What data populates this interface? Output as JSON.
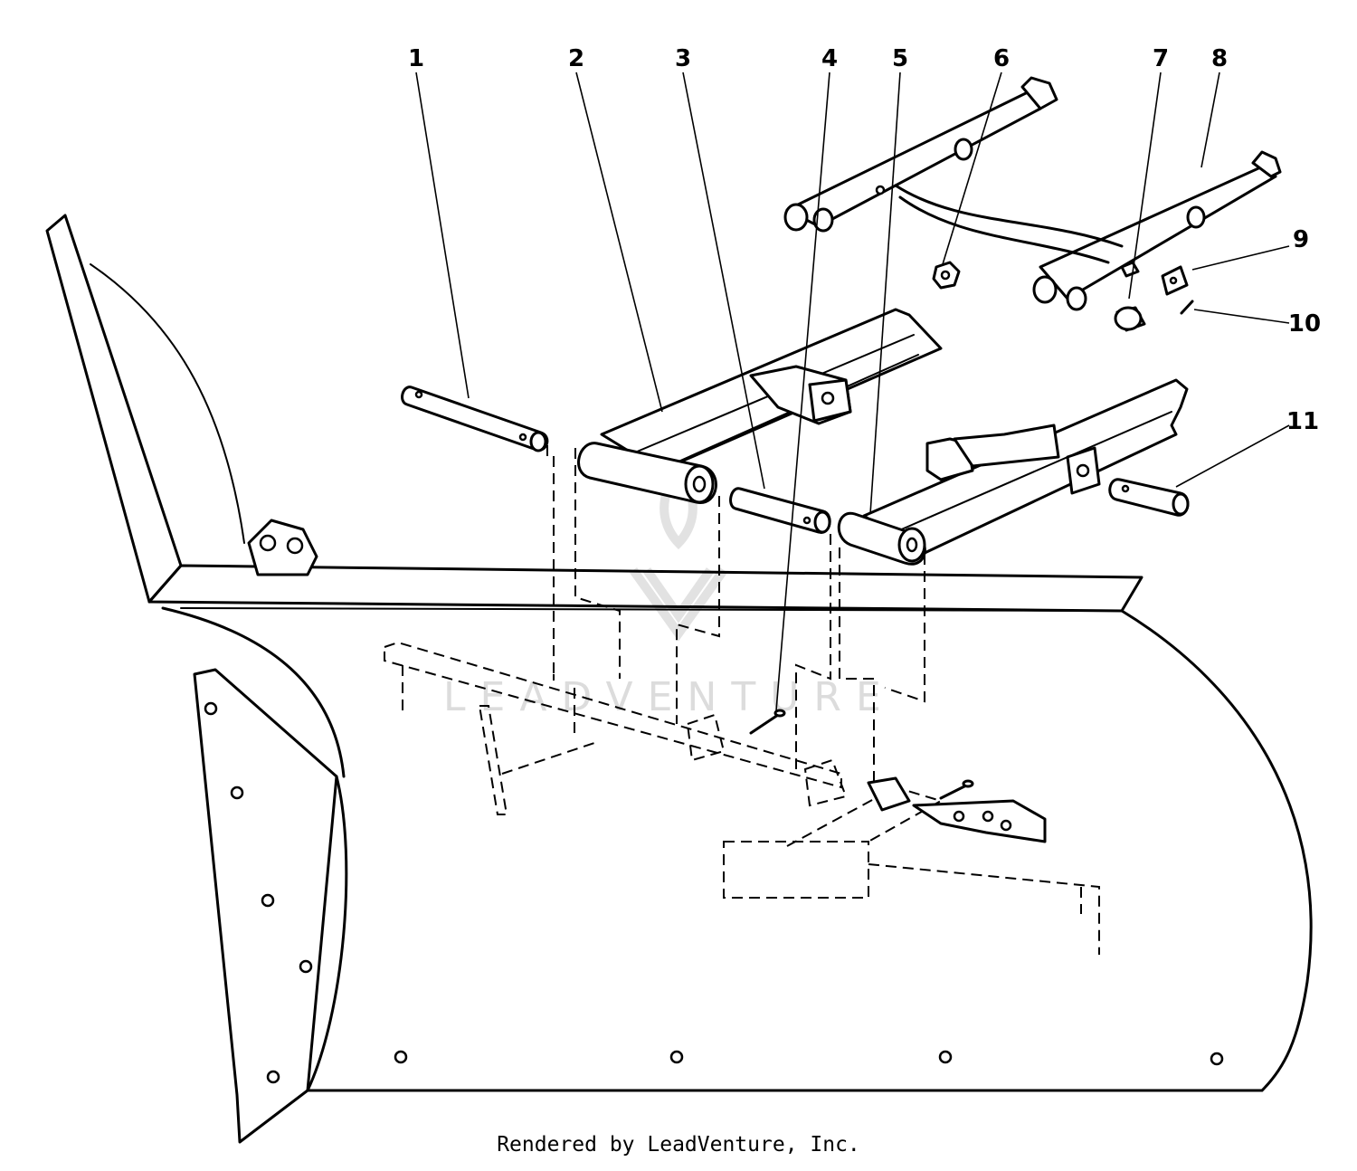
{
  "diagram": {
    "callouts": [
      "1",
      "2",
      "3",
      "4",
      "5",
      "6",
      "7",
      "8",
      "9",
      "10",
      "11"
    ],
    "watermark": "LEADVENTURE",
    "footer_credit": "Rendered by LeadVenture, Inc."
  }
}
